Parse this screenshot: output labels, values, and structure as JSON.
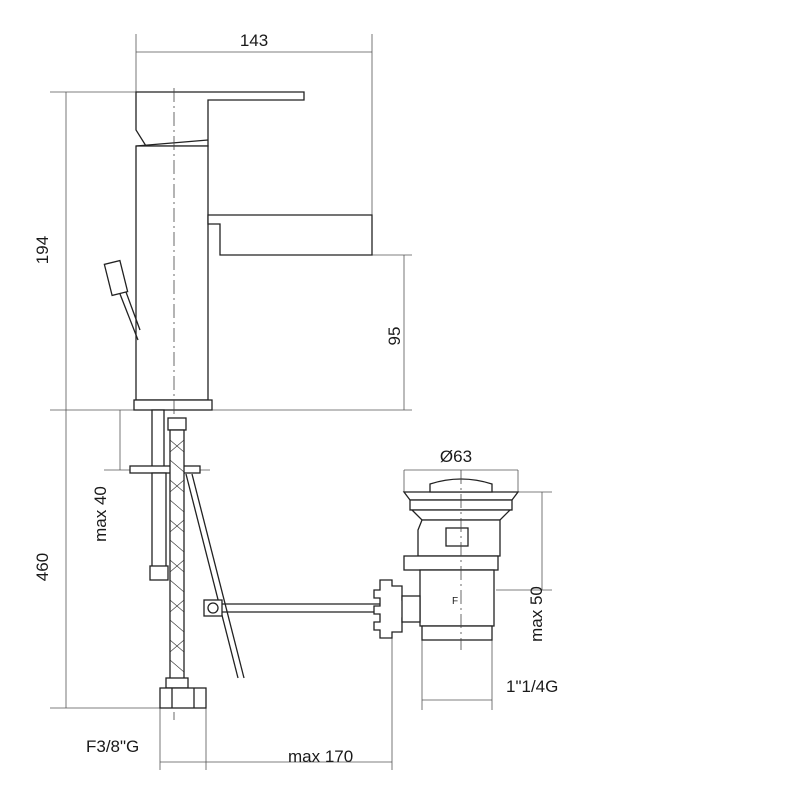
{
  "dimensions": {
    "width_overall": "143",
    "height_body": "194",
    "spout_height": "95",
    "waste_diameter": "Ø63",
    "deck_thickness": "max 40",
    "hose_length": "460",
    "waste_height": "max 50",
    "waste_thread": "1\"1/4G",
    "inlet_thread": "F3/8\"G",
    "rod_length": "max 170"
  }
}
